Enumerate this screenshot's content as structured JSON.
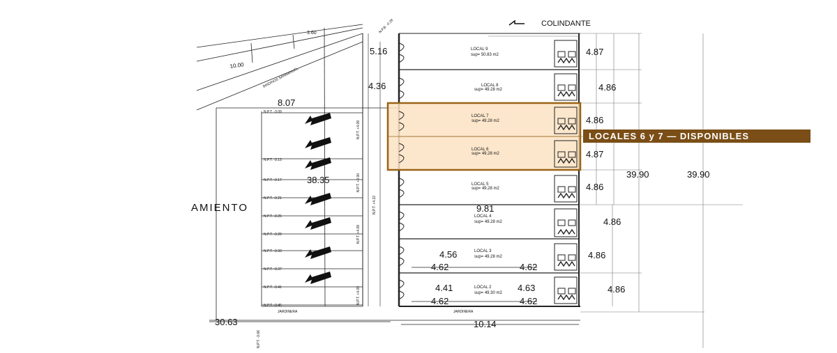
{
  "labels": {
    "colindante": "COLINDANTE",
    "banner": "LOCALES 6 y 7 — DISPONIBLES",
    "street_fragment": "AMIENTO",
    "jardinera_left": "JARDINERA",
    "jardinera_right": "JARDINERA",
    "angled_text": "BINDINOS SANMANUEL"
  },
  "locales": [
    {
      "name": "LOCAL 9",
      "area": "sup= 50.83 m2"
    },
    {
      "name": "LOCAL 8",
      "area": "sup= 49.28 m2"
    },
    {
      "name": "LOCAL 7",
      "area": "sup= 49.28 m2"
    },
    {
      "name": "LOCAL 6",
      "area": "sup= 49.28 m2"
    },
    {
      "name": "LOCAL 5",
      "area": "sup= 49.28 m2"
    },
    {
      "name": "LOCAL 4",
      "area": "sup= 49.28 m2"
    },
    {
      "name": "LOCAL 3",
      "area": "sup= 49.28 m2"
    },
    {
      "name": "LOCAL 2",
      "area": "sup= 49.30 m2"
    }
  ],
  "dimensions": {
    "left_top": "5.16",
    "left_second": "4.36",
    "top_width": "8.07",
    "mid_length": "38.35",
    "center_width": "9.81",
    "left_bottom1": "4.56",
    "left_bottom2": "4.41",
    "split_a1": "4.62",
    "split_a2": "4.62",
    "split_b1": "4.62",
    "split_b2": "4.62",
    "right_bottom": "4.63",
    "bottom_left": "30.63",
    "bottom_right": "10.14",
    "total_1": "39.90",
    "total_2": "39.90",
    "angled_10": "10.00",
    "angled_3": "3.60",
    "right_col": [
      "4.87",
      "4.86",
      "4.86",
      "4.87",
      "4.86",
      "4.86",
      "4.86",
      "4.86"
    ]
  },
  "npt_levels": [
    "N.P.T. -3.09",
    "N.P.T. -3.13",
    "N.P.T. -3.17",
    "N.P.T. -3.21",
    "N.P.T. -3.25",
    "N.P.T. -3.29",
    "N.P.T. -3.33",
    "N.P.T. -3.37",
    "N.P.T. -3.41",
    "N.P.T. -3.45"
  ],
  "npt_vertical": [
    "N.P.T. +4.09",
    "N.P.T. +0.00",
    "N.P.T. +4.22",
    "N.P.T. +4.09",
    "N.P.T. +4.09",
    "N.P.T. -3.66",
    "N.P.B. -0.28"
  ],
  "colors": {
    "highlight": "#fbe3c3",
    "highlight_border": "#9a6416",
    "banner": "#7a4e16"
  }
}
